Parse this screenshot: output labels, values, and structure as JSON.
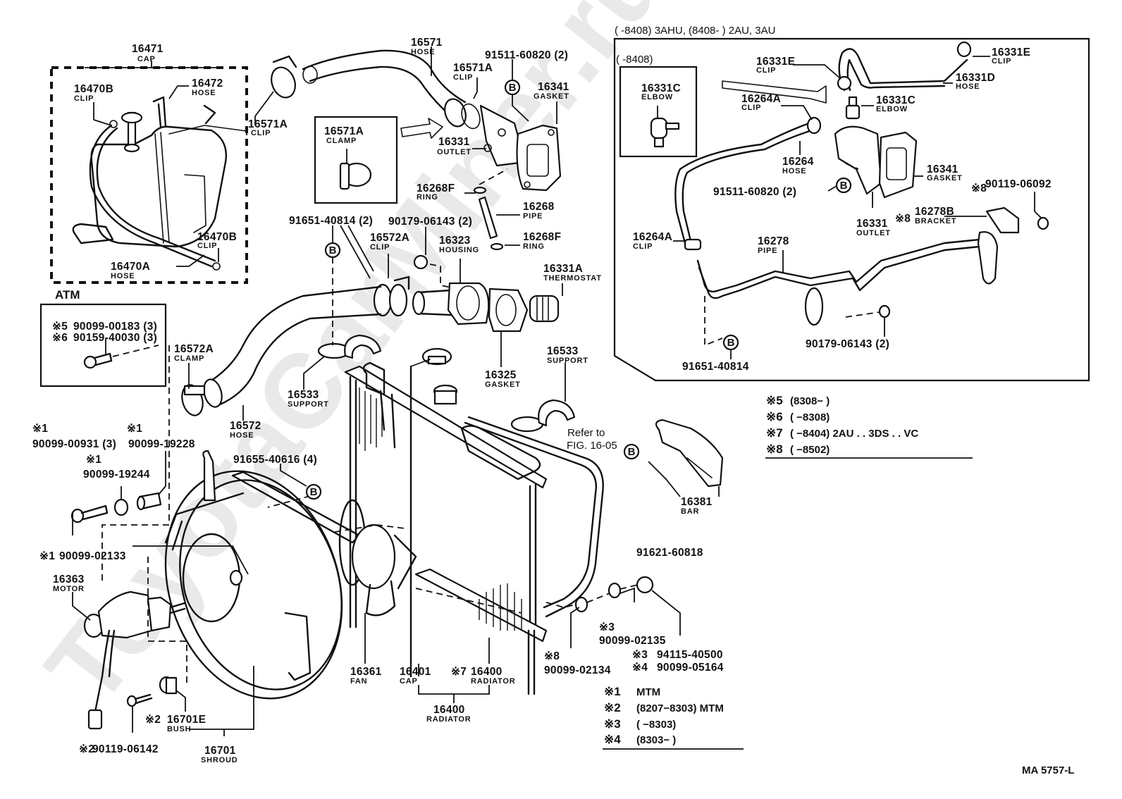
{
  "diagram": {
    "figure_code": "MA 5757-L",
    "watermark": "ToyotaCarMiner.ru",
    "refer_note": {
      "line1": "Refer to",
      "line2": "FIG. 16-05"
    },
    "variant_header": "(      -8408) 3AHU, (8408-        ) 2AU, 3AU",
    "inset_header": "(      -8408)",
    "atm_label": "ATM",
    "b_marker": "B",
    "parts": [
      {
        "id": "p16471",
        "number": "16471",
        "name": "CAP"
      },
      {
        "id": "p16470B_a",
        "number": "16470B",
        "name": "CLIP"
      },
      {
        "id": "p16472",
        "number": "16472",
        "name": "HOSE"
      },
      {
        "id": "p16471A_clip",
        "number": "16571A",
        "name": "CLIP"
      },
      {
        "id": "p16470B_b",
        "number": "16470B",
        "name": "CLIP"
      },
      {
        "id": "p16470A",
        "number": "16470A",
        "name": "HOSE"
      },
      {
        "id": "p16571",
        "number": "16571",
        "name": "HOSE"
      },
      {
        "id": "p16571A_clip2",
        "number": "16571A",
        "name": "CLIP"
      },
      {
        "id": "p91511",
        "number": "91511-60820 (2)",
        "name": ""
      },
      {
        "id": "p16341",
        "number": "16341",
        "name": "GASKET"
      },
      {
        "id": "p16571A_clamp",
        "number": "16571A",
        "name": "CLAMP"
      },
      {
        "id": "p16331",
        "number": "16331",
        "name": "OUTLET"
      },
      {
        "id": "p16268F_a",
        "number": "16268F",
        "name": "RING"
      },
      {
        "id": "p16268",
        "number": "16268",
        "name": "PIPE"
      },
      {
        "id": "p16268F_b",
        "number": "16268F",
        "name": "RING"
      },
      {
        "id": "p91651_2",
        "number": "91651-40814 (2)",
        "name": ""
      },
      {
        "id": "p90179_2",
        "number": "90179-06143 (2)",
        "name": ""
      },
      {
        "id": "p16572A_clip",
        "number": "16572A",
        "name": "CLIP"
      },
      {
        "id": "p16323",
        "number": "16323",
        "name": "HOUSING"
      },
      {
        "id": "p16331A",
        "number": "16331A",
        "name": "THERMOSTAT"
      },
      {
        "id": "p16572A_clamp",
        "number": "16572A",
        "name": "CLAMP"
      },
      {
        "id": "p16572",
        "number": "16572",
        "name": "HOSE"
      },
      {
        "id": "p16533_a",
        "number": "16533",
        "name": "SUPPORT"
      },
      {
        "id": "p16325",
        "number": "16325",
        "name": "GASKET"
      },
      {
        "id": "p16533_b",
        "number": "16533",
        "name": "SUPPORT"
      },
      {
        "id": "p91655",
        "number": "91655-40616 (4)",
        "name": ""
      },
      {
        "id": "p16381",
        "number": "16381",
        "name": "BAR"
      },
      {
        "id": "p91621",
        "number": "91621-60818",
        "name": ""
      },
      {
        "id": "p16363",
        "number": "16363",
        "name": "MOTOR"
      },
      {
        "id": "p16361",
        "number": "16361",
        "name": "FAN"
      },
      {
        "id": "p16401",
        "number": "16401",
        "name": "CAP"
      },
      {
        "id": "p16400_sub",
        "number": "16400",
        "name": "RADIATOR"
      },
      {
        "id": "p16400",
        "number": "16400",
        "name": "RADIATOR"
      },
      {
        "id": "p16701E",
        "number": "16701E",
        "name": "BUSH"
      },
      {
        "id": "p16701",
        "number": "16701",
        "name": "SHROUD"
      },
      {
        "id": "p16331E_a",
        "number": "16331E",
        "name": "CLIP"
      },
      {
        "id": "p16331E_b",
        "number": "16331E",
        "name": "CLIP"
      },
      {
        "id": "p16331D",
        "number": "16331D",
        "name": "HOSE"
      },
      {
        "id": "p16331C_inset",
        "number": "16331C",
        "name": "ELBOW"
      },
      {
        "id": "p16331C",
        "number": "16331C",
        "name": "ELBOW"
      },
      {
        "id": "p16264A_a",
        "number": "16264A",
        "name": "CLIP"
      },
      {
        "id": "p16264",
        "number": "16264",
        "name": "HOSE"
      },
      {
        "id": "p16341_r",
        "number": "16341",
        "name": "GASKET"
      },
      {
        "id": "p91511_r",
        "number": "91511-60820 (2)",
        "name": ""
      },
      {
        "id": "p16331_r",
        "number": "16331",
        "name": "OUTLET"
      },
      {
        "id": "p16278B",
        "number": "16278B",
        "name": "BRACKET"
      },
      {
        "id": "p90119_06092",
        "number": "90119-06092",
        "name": ""
      },
      {
        "id": "p16264A_b",
        "number": "16264A",
        "name": "CLIP"
      },
      {
        "id": "p16278",
        "number": "16278",
        "name": "PIPE"
      },
      {
        "id": "p90179_r",
        "number": "90179-06143 (2)",
        "name": ""
      },
      {
        "id": "p91651_r",
        "number": "91651-40814",
        "name": ""
      }
    ],
    "marked_parts": [
      {
        "mark": "※5",
        "number": "90099-00183 (3)"
      },
      {
        "mark": "※6",
        "number": "90159-40030 (3)"
      },
      {
        "mark": "※1",
        "number": "90099-00931 (3)"
      },
      {
        "mark": "※1",
        "number": "90099-19228"
      },
      {
        "mark": "※1",
        "number": "90099-19244"
      },
      {
        "mark": "※1",
        "number": "90099-02133"
      },
      {
        "mark": "※2",
        "number": "16701E"
      },
      {
        "mark": "※2",
        "number": "90119-06142"
      },
      {
        "mark": "※7",
        "number": "16400"
      },
      {
        "mark": "※8",
        "number": "90099-02134"
      },
      {
        "mark": "※3",
        "number": "90099-02135"
      },
      {
        "mark": "※3",
        "number": "94115-40500"
      },
      {
        "mark": "※4",
        "number": "90099-05164"
      },
      {
        "mark": "※8",
        "number": "16278B"
      },
      {
        "mark": "※8",
        "number": "90119-06092"
      }
    ],
    "legend_a": [
      {
        "mark": "※1",
        "text": "MTM"
      },
      {
        "mark": "※2",
        "text": "(8207−8303) MTM"
      },
      {
        "mark": "※3",
        "text": "(         −8303)"
      },
      {
        "mark": "※4",
        "text": "(8303−         )"
      }
    ],
    "legend_b": [
      {
        "mark": "※5",
        "text": "(8308−        )"
      },
      {
        "mark": "※6",
        "text": "(         −8308)"
      },
      {
        "mark": "※7",
        "text": "(         −8404) 2AU . . 3DS . . VC"
      },
      {
        "mark": "※8",
        "text": "(         −8502)"
      }
    ]
  }
}
